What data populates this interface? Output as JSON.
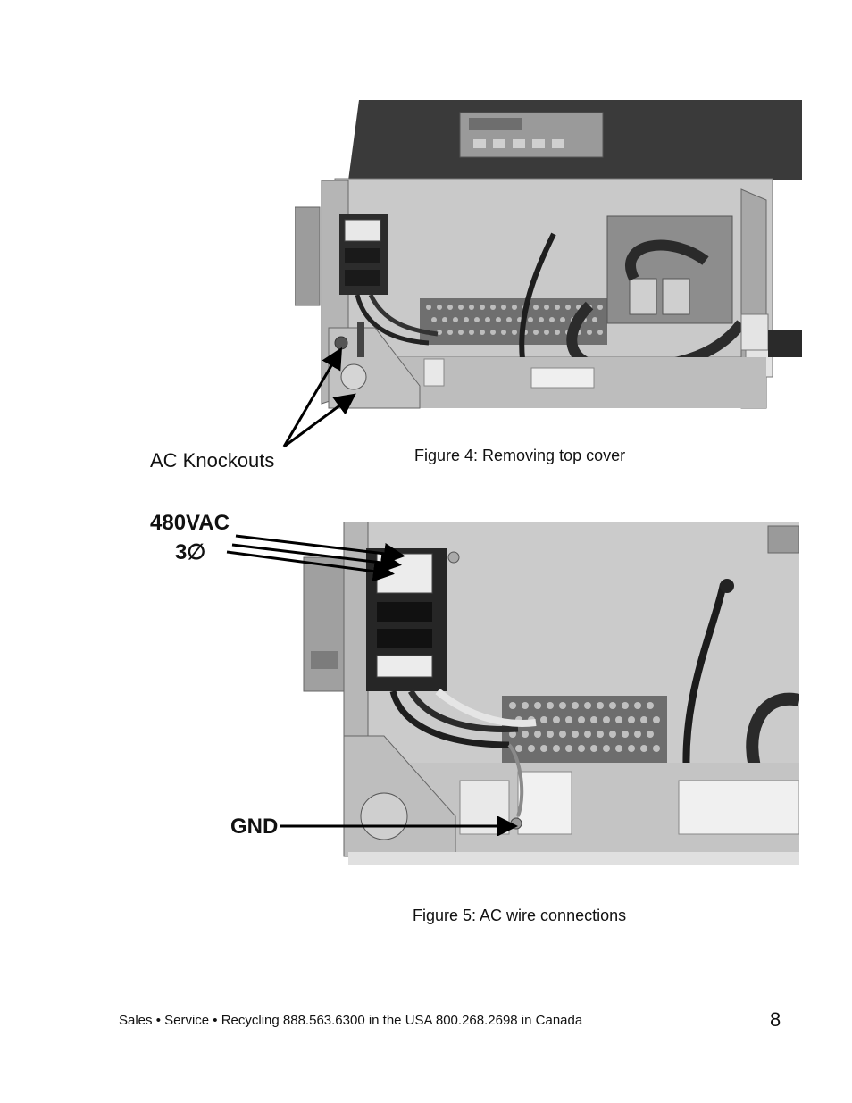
{
  "figures": [
    {
      "caption": "Figure 4: Removing top cover",
      "callout": "AC Knockouts"
    },
    {
      "caption": "Figure 5: AC wire connections",
      "callout_voltage": "480VAC",
      "callout_phase": "3∅",
      "callout_ground": "GND"
    }
  ],
  "footer": {
    "text": "Sales • Service • Recycling 888.563.6300 in the USA 800.268.2698 in Canada",
    "page_number": "8"
  }
}
